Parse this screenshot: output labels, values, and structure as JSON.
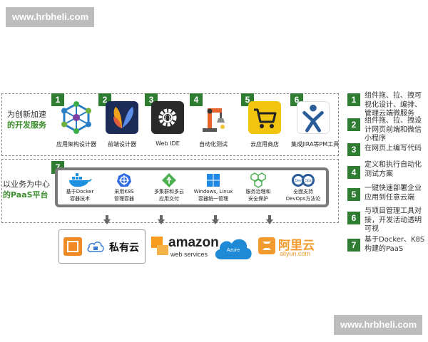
{
  "watermark": {
    "top": "www.hrbheli.com",
    "bottom": "www.hrbheli.com"
  },
  "section1": {
    "prefix": "为创新加速",
    "highlight": "的开发服务"
  },
  "section2": {
    "prefix": "以业务为中心",
    "highlight": "的PaaS平台"
  },
  "tools": [
    {
      "num": "1",
      "label": "应用架构设计器",
      "icon": "hexagon-network-icon"
    },
    {
      "num": "2",
      "label": "前端设计器",
      "icon": "butterfly-icon"
    },
    {
      "num": "3",
      "label": "Web IDE",
      "icon": "gear-code-icon"
    },
    {
      "num": "4",
      "label": "自动化测试",
      "icon": "robot-arm-icon"
    },
    {
      "num": "5",
      "label": "云应用商店",
      "icon": "shopping-cart-icon"
    },
    {
      "num": "6",
      "label": "集成JIRA等PM工具",
      "icon": "jira-icon"
    }
  ],
  "paas_num": "7",
  "paas_items": [
    {
      "line1": "基于Docker",
      "line2": "容器技术",
      "icon": "docker-whale-icon"
    },
    {
      "line1": "采用K8S",
      "line2": "管理容器",
      "icon": "kubernetes-icon"
    },
    {
      "line1": "多集群和多云",
      "line2": "应用交付",
      "icon": "route-sign-icon"
    },
    {
      "line1": "Windows, Linux",
      "line2": "容器统一管理",
      "icon": "windows-linux-icon"
    },
    {
      "line1": "服务治理和",
      "line2": "安全保护",
      "icon": "hexagon-cluster-icon"
    },
    {
      "line1": "全面支持",
      "line2": "DevOps方法论",
      "icon": "devops-gears-icon",
      "gear1": "Dev",
      "gear2": "Ops"
    }
  ],
  "clouds": {
    "private": "私有云",
    "amazon_main": "amazon",
    "amazon_sub": "web services",
    "azure": "Azure",
    "aliyun_main": "阿里云",
    "aliyun_sub": "aliyun.com"
  },
  "features": [
    {
      "num": "1",
      "text": "组件拖、拉、拽可视化设计、编排、管理云端微服务"
    },
    {
      "num": "2",
      "text": "组件拖、拉、拽设计网页前端和微信小程序"
    },
    {
      "num": "3",
      "text": "在网页上编写代码"
    },
    {
      "num": "4",
      "text": "定义和执行自动化测试方案"
    },
    {
      "num": "5",
      "text": "一键快速部署企业应用到任意云端"
    },
    {
      "num": "6",
      "text": "与项目管理工具对接，开发活动透明可视"
    },
    {
      "num": "7",
      "text": "基于Docker、K8S构建的PaaS"
    }
  ],
  "colors": {
    "accent_green": "#2e7d32",
    "highlight_green": "#3a8d2a",
    "amazon_orange": "#f79c1e",
    "azure_blue": "#1e8ad6",
    "aliyun_orange": "#f29a2e"
  }
}
